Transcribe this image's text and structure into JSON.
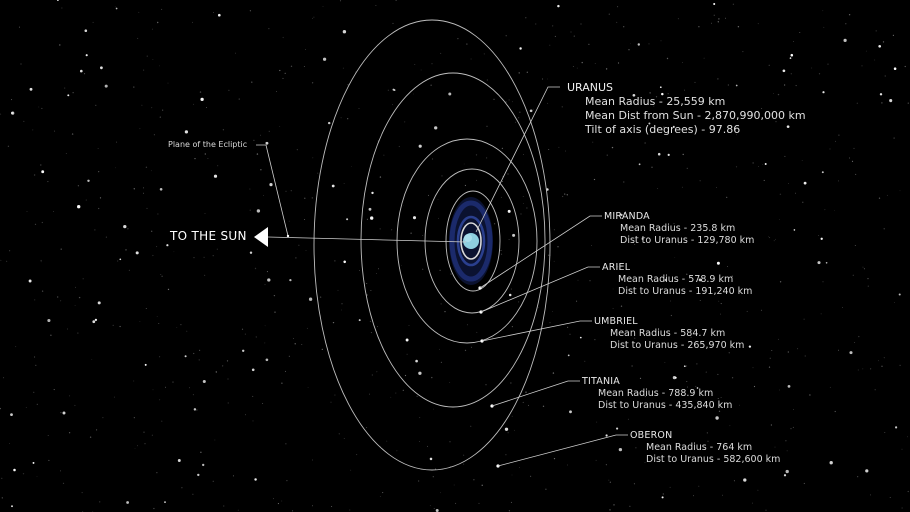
{
  "colors": {
    "background": "#000000",
    "orbit": "#bfbfbf",
    "pointer": "#cfcfcf",
    "planet": "#8ecfe0",
    "ring": "#1b2a6b"
  },
  "ecliptic_label": "Plane of the Ecliptic",
  "sun_label": "TO THE SUN",
  "uranus": {
    "name": "URANUS",
    "radius": "Mean Radius - 25,559 km",
    "distance": "Mean Dist from Sun - 2,870,990,000 km",
    "tilt": "Tilt of axis (degrees) - 97.86"
  },
  "moons": [
    {
      "name": "MIRANDA",
      "radius": "Mean Radius - 235.8 km",
      "distance": "Dist to Uranus - 129,780 km"
    },
    {
      "name": "ARIEL",
      "radius": "Mean Radius - 578.9 km",
      "distance": "Dist to Uranus - 191,240 km"
    },
    {
      "name": "UMBRIEL",
      "radius": "Mean Radius - 584.7 km",
      "distance": "Dist to Uranus - 265,970 km"
    },
    {
      "name": "TITANIA",
      "radius": "Mean Radius - 788.9 km",
      "distance": "Dist to Uranus - 435,840 km"
    },
    {
      "name": "OBERON",
      "radius": "Mean Radius - 764 km",
      "distance": "Dist to Uranus - 582,600 km"
    }
  ]
}
